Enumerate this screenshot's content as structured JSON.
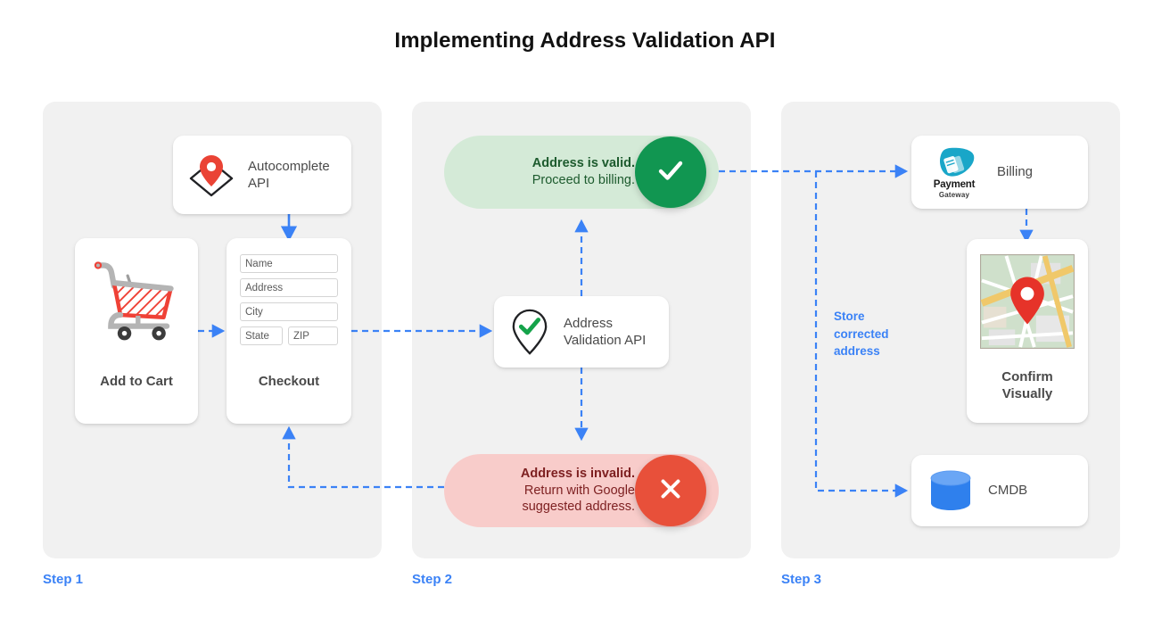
{
  "page": {
    "title": "Implementing Address Validation API",
    "accent_blue": "#3b82f6",
    "panel_bg": "#f1f1f1",
    "green": "#119651",
    "red": "#e8503a"
  },
  "steps": [
    {
      "label": "Step 1"
    },
    {
      "label": "Step 2"
    },
    {
      "label": "Step 3"
    }
  ],
  "step1": {
    "autocomplete_card": {
      "label": "Autocomplete\nAPI",
      "line1": "Autocomplete",
      "line2": "API",
      "icon": "map-pin-envelope-icon"
    },
    "cart_card": {
      "caption": "Add to Cart",
      "icon": "shopping-cart-icon"
    },
    "checkout_card": {
      "caption": "Checkout",
      "fields": [
        {
          "name": "name",
          "placeholder": "Name"
        },
        {
          "name": "address",
          "placeholder": "Address"
        },
        {
          "name": "city",
          "placeholder": "City"
        },
        {
          "name": "state",
          "placeholder": "State"
        },
        {
          "name": "zip",
          "placeholder": "ZIP"
        }
      ]
    }
  },
  "step2": {
    "valid_pill": {
      "line1": "Address is valid.",
      "line2": "Proceed to billing.",
      "badge_icon": "check-icon",
      "bg": "#d4ead7",
      "badge_bg": "#119651"
    },
    "invalid_pill": {
      "line1": "Address is invalid.",
      "line2": "Return with Google",
      "line3": "suggested address.",
      "badge_icon": "close-icon",
      "bg": "#f8ccca",
      "badge_bg": "#e8503a"
    },
    "validation_card": {
      "line1": "Address",
      "line2": "Validation API",
      "icon": "pin-check-icon"
    }
  },
  "step3": {
    "billing_card": {
      "label": "Billing",
      "icon": "payment-gateway-icon",
      "logo_word": "Payment",
      "logo_sub": "Gateway"
    },
    "map_card": {
      "line1": "Confirm",
      "line2": "Visually",
      "icon": "map-thumbnail-icon"
    },
    "cmdb_card": {
      "label": "CMDB",
      "icon": "database-icon"
    },
    "store_note": {
      "line1": "Store",
      "line2": "corrected",
      "line3": "address"
    }
  }
}
